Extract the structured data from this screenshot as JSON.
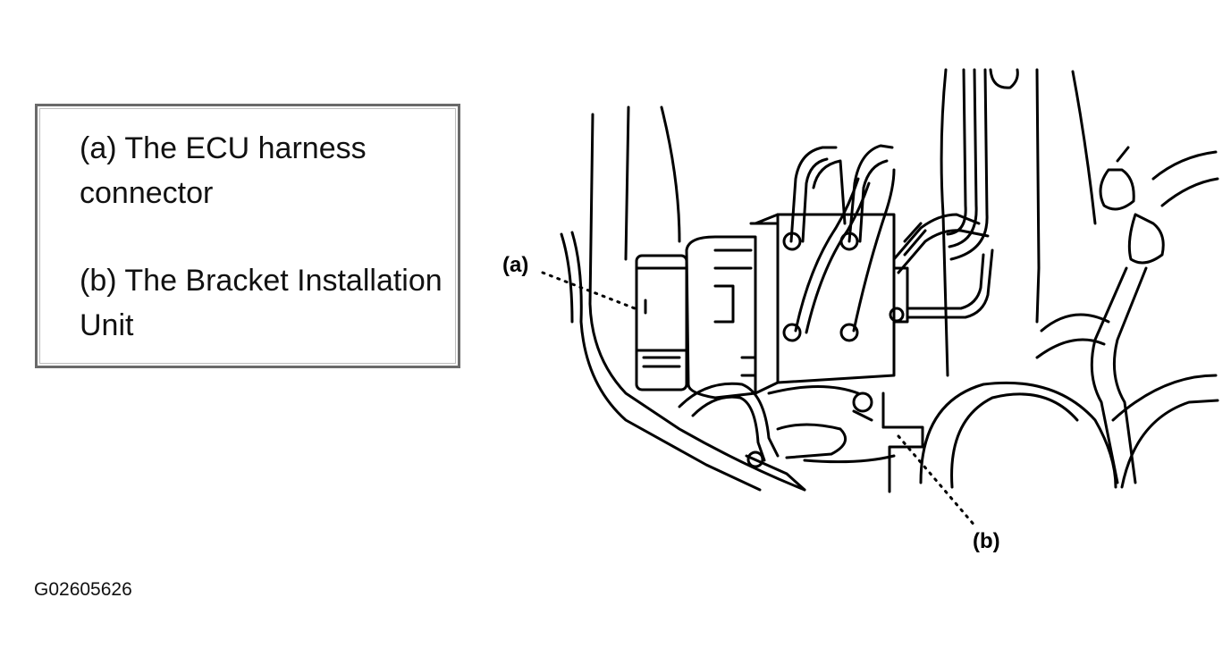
{
  "legend": {
    "item_a": "(a) The ECU harness connector",
    "item_b": "(b) The Bracket Installation Unit"
  },
  "callouts": {
    "a": "(a)",
    "b": "(b)"
  },
  "figure_id": "G02605626"
}
